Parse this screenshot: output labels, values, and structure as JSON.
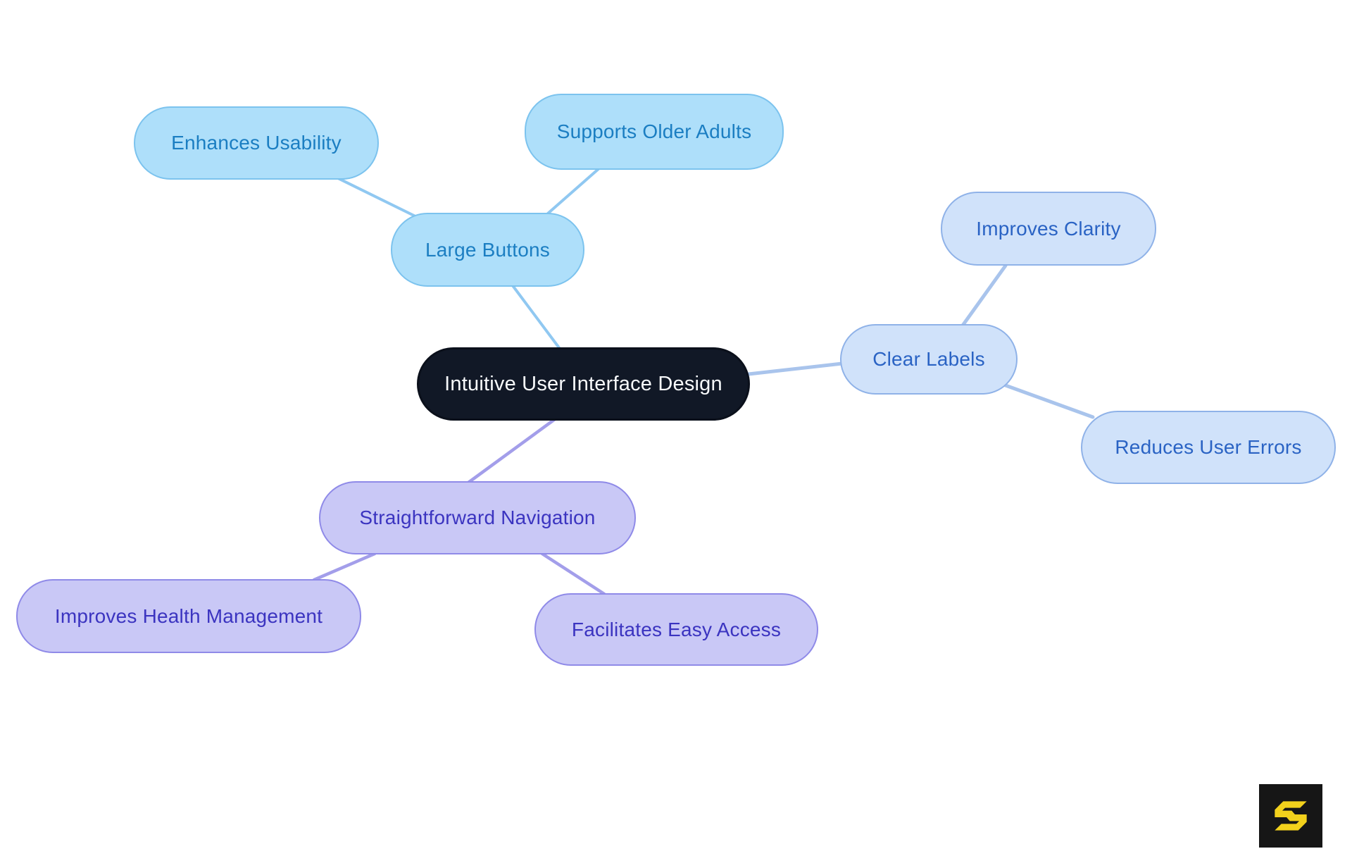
{
  "canvas": {
    "background": "#ffffff"
  },
  "colors": {
    "blue_fill": "#AEDFFA",
    "blue_border": "#7CC3EE",
    "blue_text": "#1B7EC2",
    "blue_edge": "#90C8F1",
    "peri_fill": "#D0E2FA",
    "peri_border": "#8FB2E8",
    "peri_text": "#2A63C4",
    "peri_edge": "#A9C4EC",
    "purple_fill": "#C9C8F6",
    "purple_border": "#8F8AE8",
    "purple_text": "#3B34C0",
    "purple_edge": "#A39EEA",
    "root_fill": "#111826",
    "root_border": "#0B101B",
    "root_text": "#F7F9FB"
  },
  "nodes": {
    "root": {
      "label": "Intuitive User Interface Design"
    },
    "large_buttons": {
      "label": "Large Buttons"
    },
    "enhances_usability": {
      "label": "Enhances Usability"
    },
    "supports_older_adults": {
      "label": "Supports Older Adults"
    },
    "clear_labels": {
      "label": "Clear Labels"
    },
    "improves_clarity": {
      "label": "Improves Clarity"
    },
    "reduces_user_errors": {
      "label": "Reduces User Errors"
    },
    "straightforward_navigation": {
      "label": "Straightforward Navigation"
    },
    "improves_health_management": {
      "label": "Improves Health Management"
    },
    "facilitates_easy_access": {
      "label": "Facilitates Easy Access"
    }
  },
  "hierarchy": {
    "root": "Intuitive User Interface Design",
    "branches": [
      {
        "label": "Large Buttons",
        "children": [
          "Enhances Usability",
          "Supports Older Adults"
        ]
      },
      {
        "label": "Clear Labels",
        "children": [
          "Improves Clarity",
          "Reduces User Errors"
        ]
      },
      {
        "label": "Straightforward Navigation",
        "children": [
          "Improves Health Management",
          "Facilitates Easy Access"
        ]
      }
    ]
  },
  "edges": [
    {
      "from": "enhances_usability",
      "to": "large_buttons"
    },
    {
      "from": "supports_older_adults",
      "to": "large_buttons"
    },
    {
      "from": "large_buttons",
      "to": "root"
    },
    {
      "from": "root",
      "to": "clear_labels"
    },
    {
      "from": "clear_labels",
      "to": "improves_clarity"
    },
    {
      "from": "clear_labels",
      "to": "reduces_user_errors"
    },
    {
      "from": "root",
      "to": "straightforward_navigation"
    },
    {
      "from": "straightforward_navigation",
      "to": "improves_health_management"
    },
    {
      "from": "straightforward_navigation",
      "to": "facilitates_easy_access"
    }
  ],
  "logo": {
    "glyph": "S",
    "background": "#161616",
    "color": "#F2D11C"
  }
}
